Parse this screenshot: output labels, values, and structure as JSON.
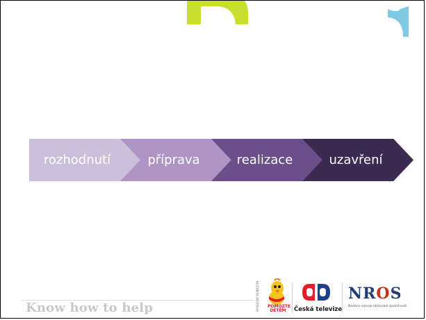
{
  "process": {
    "steps": [
      {
        "label": "rozhodnutí",
        "color": "#cbbfda"
      },
      {
        "label": "příprava",
        "color": "#ae95c6"
      },
      {
        "label": "realizace",
        "color": "#6a4f8b"
      },
      {
        "label": "uzavření",
        "color": "#3b2b50"
      }
    ]
  },
  "footer": {
    "tagline": "Know how to help",
    "logos": {
      "pomozte_vertical": "SPOLEČNÝ DOBROČINNÝ PROJEKT",
      "pomozte_text": "POMOZTE DĚTEM",
      "ct_text": "Česká televize",
      "nros_n": "N",
      "nros_r": "R",
      "nros_o": "O",
      "nros_s": "S",
      "nros_sub": "Nadace rozvoje občanské společnosti"
    }
  },
  "colors": {
    "accent_green": "#c9df2f",
    "accent_cyan": "#7fc9e4",
    "footer_text": "#c8c8c8"
  }
}
